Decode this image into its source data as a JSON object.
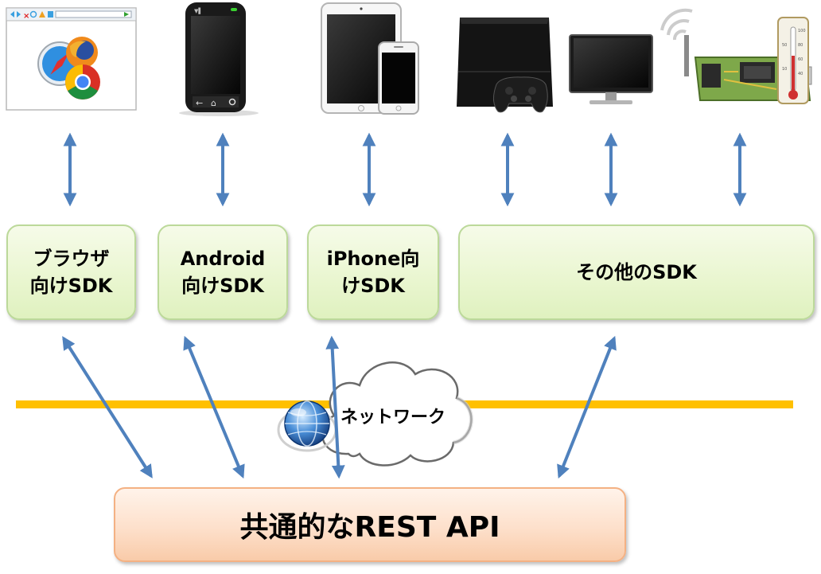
{
  "sdk_boxes": {
    "browser": "ブラウザ\n向けSDK",
    "android": "Android\n向けSDK",
    "iphone": "iPhone向\nけSDK",
    "other": "その他のSDK"
  },
  "network_label": "ネットワーク",
  "api_label": "共通的なREST API",
  "colors": {
    "arrow": "#4f81bd",
    "network_line": "#ffc000",
    "sdk_box_fill": "#e9f6cf",
    "sdk_box_border": "#bcd99a",
    "api_box_fill": "#fde0cb",
    "api_box_border": "#f4b183"
  },
  "icons": {
    "browser": "browser-window-icon",
    "android": "android-phone-icon",
    "iphone": "ipad-iphone-icon",
    "console": "game-console-icon",
    "monitor": "monitor-icon",
    "sensor": "sensor-board-icon",
    "cloud": "cloud-icon",
    "globe": "globe-icon"
  }
}
